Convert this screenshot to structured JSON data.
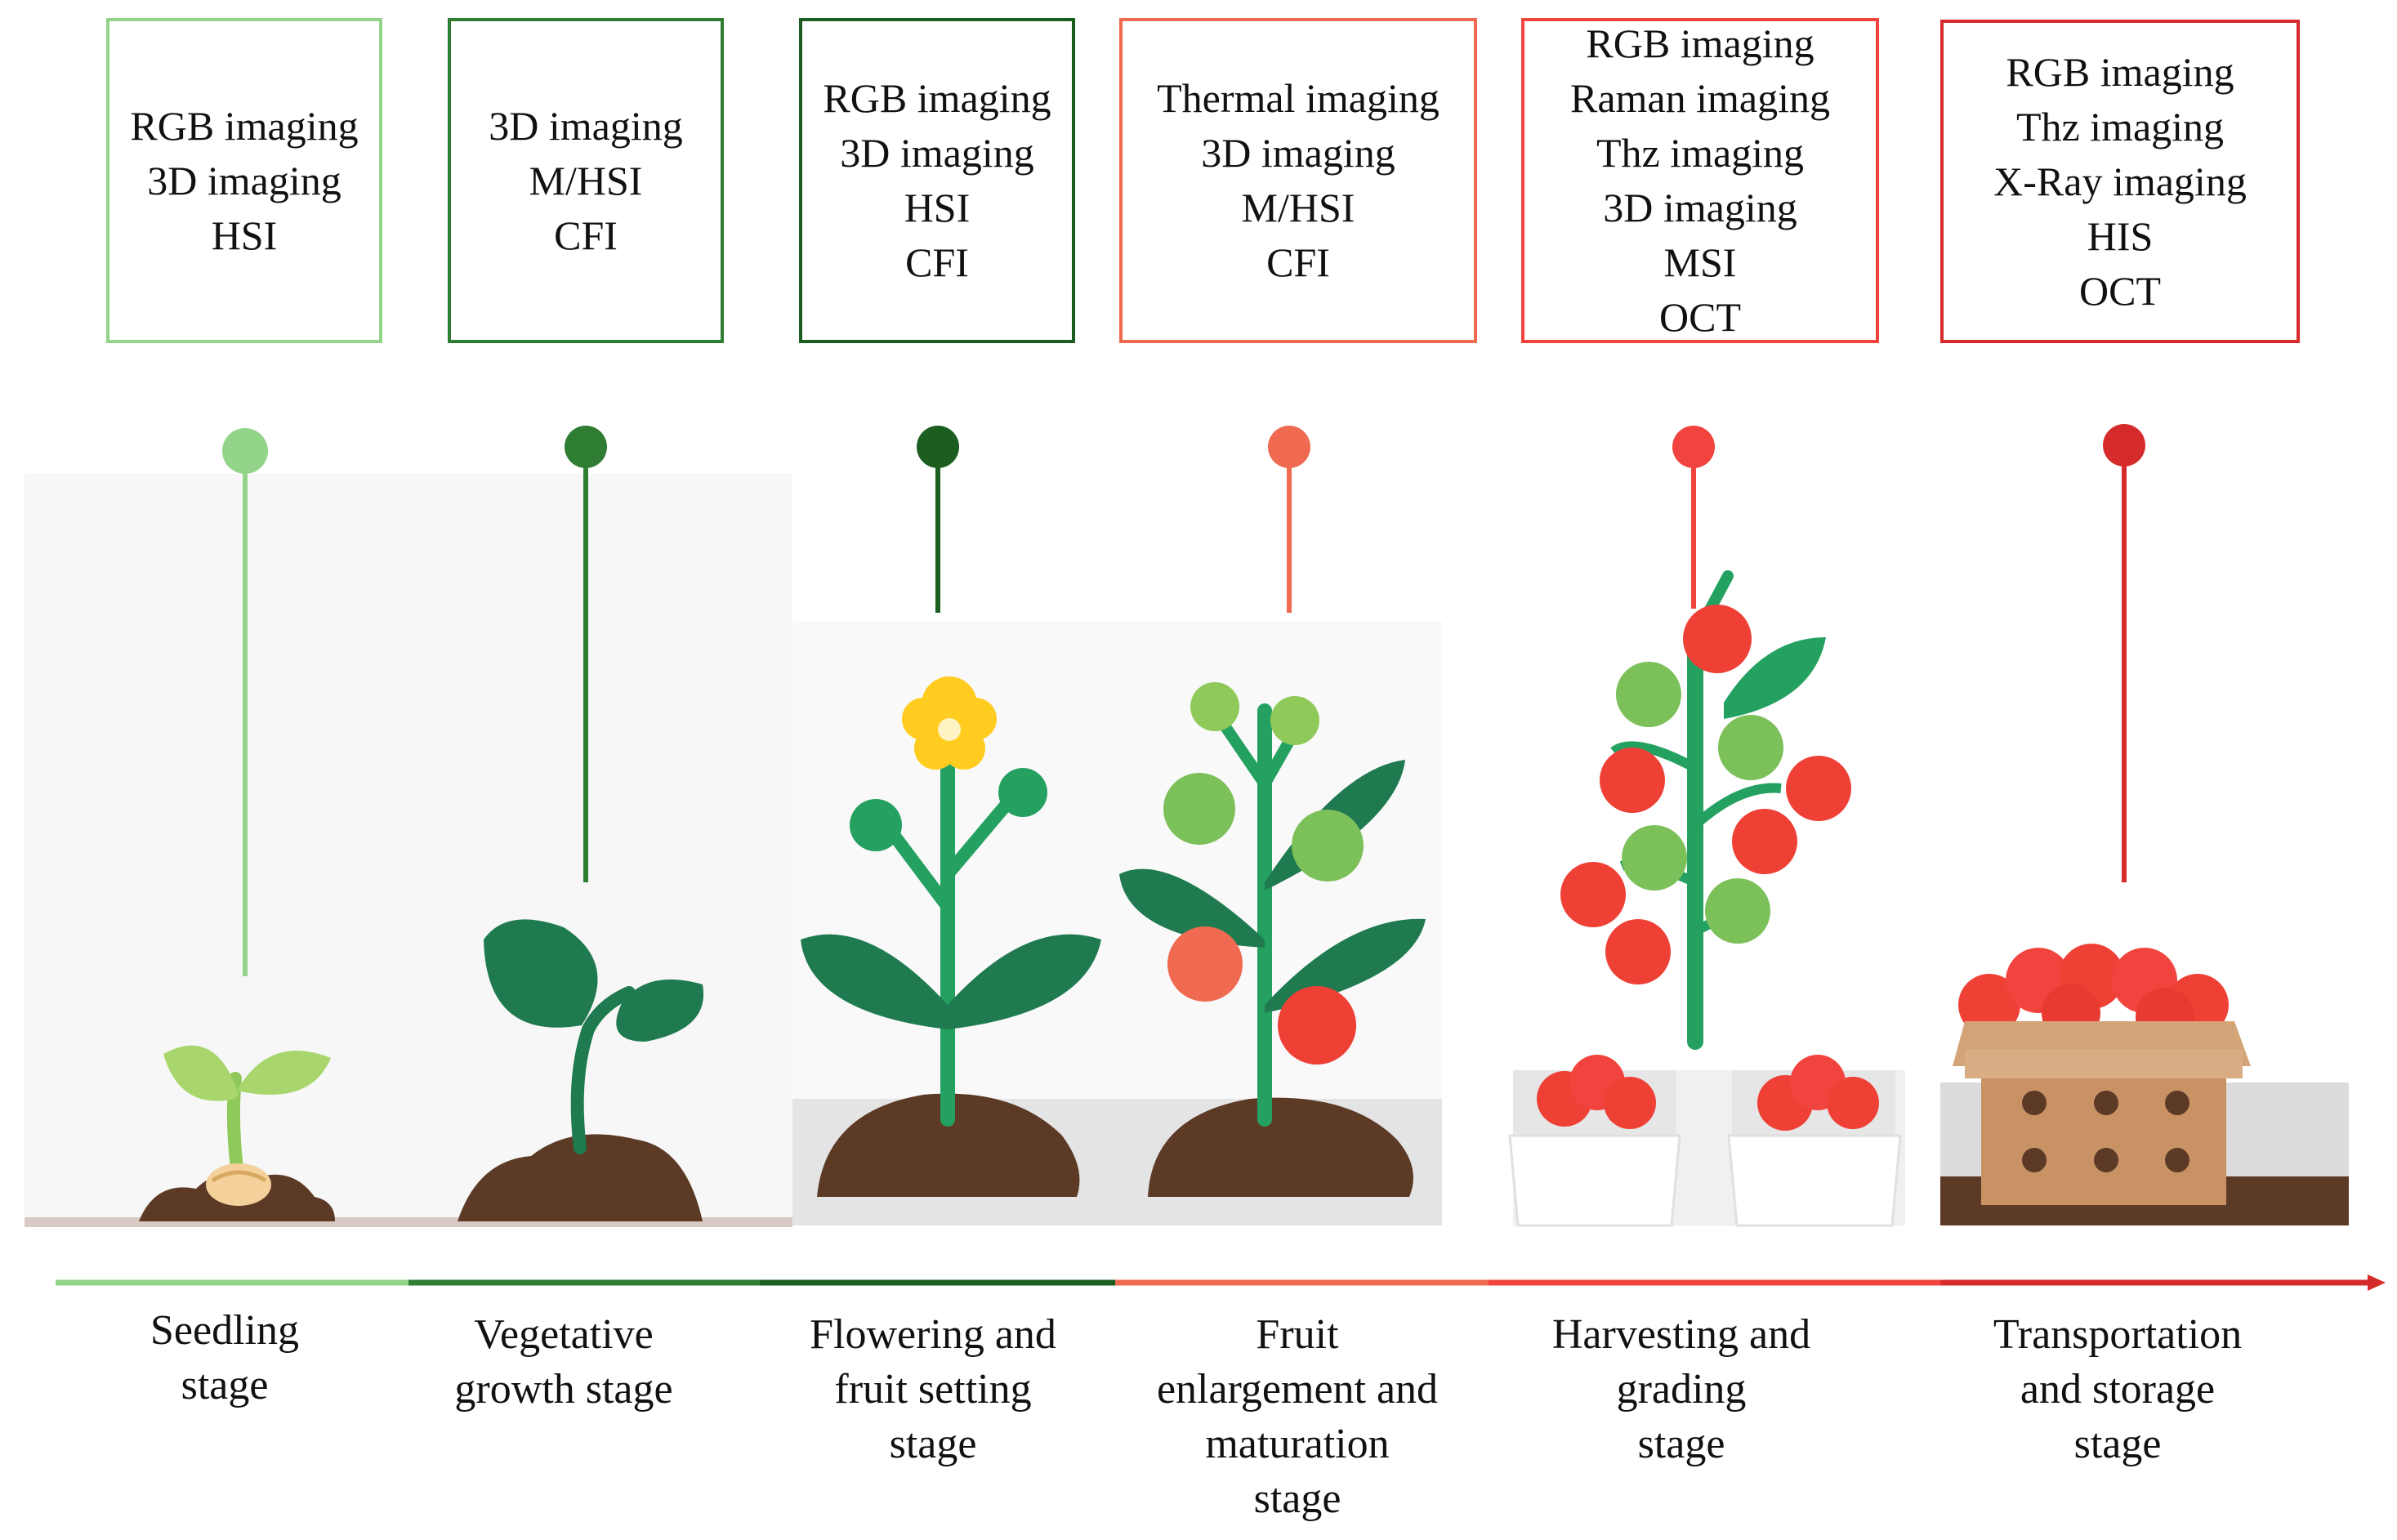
{
  "colors": {
    "seedling": "#93d48a",
    "vegetative": "#2e7d32",
    "flowering": "#1b5e20",
    "fruit": "#ef6a50",
    "harvest": "#f2443e",
    "transport": "#d62b2b",
    "leaf_light": "#8fc95a",
    "leaf_dark": "#1f7a4f",
    "stem": "#24a160",
    "soil": "#5c3a26",
    "tomato_red": "#ef4036",
    "tomato_green": "#7cc05a",
    "flower_yellow": "#ffcc1f",
    "crate": "#c89265"
  },
  "stages": [
    {
      "key": "seedling",
      "techniques": [
        "RGB imaging",
        "3D imaging",
        "HSI"
      ],
      "label": [
        "Seedling",
        "stage"
      ]
    },
    {
      "key": "vegetative",
      "techniques": [
        "3D imaging",
        "M/HSI",
        "CFI"
      ],
      "label": [
        "Vegetative",
        "growth stage"
      ]
    },
    {
      "key": "flowering",
      "techniques": [
        "RGB imaging",
        "3D imaging",
        "HSI",
        "CFI"
      ],
      "label": [
        "Flowering and",
        "fruit setting",
        "stage"
      ]
    },
    {
      "key": "fruit",
      "techniques": [
        "Thermal imaging",
        "3D imaging",
        "M/HSI",
        "CFI"
      ],
      "label": [
        "Fruit",
        "enlargement and",
        "maturation",
        "stage"
      ]
    },
    {
      "key": "harvest",
      "techniques": [
        "RGB imaging",
        "Raman imaging",
        "Thz imaging",
        "3D imaging",
        "MSI",
        "OCT"
      ],
      "label": [
        "Harvesting and",
        "grading",
        "stage"
      ]
    },
    {
      "key": "transport",
      "techniques": [
        "RGB imaging",
        "Thz imaging",
        "X-Ray imaging",
        "HIS",
        "OCT"
      ],
      "label": [
        "Transportation",
        "and storage",
        "stage"
      ]
    }
  ]
}
